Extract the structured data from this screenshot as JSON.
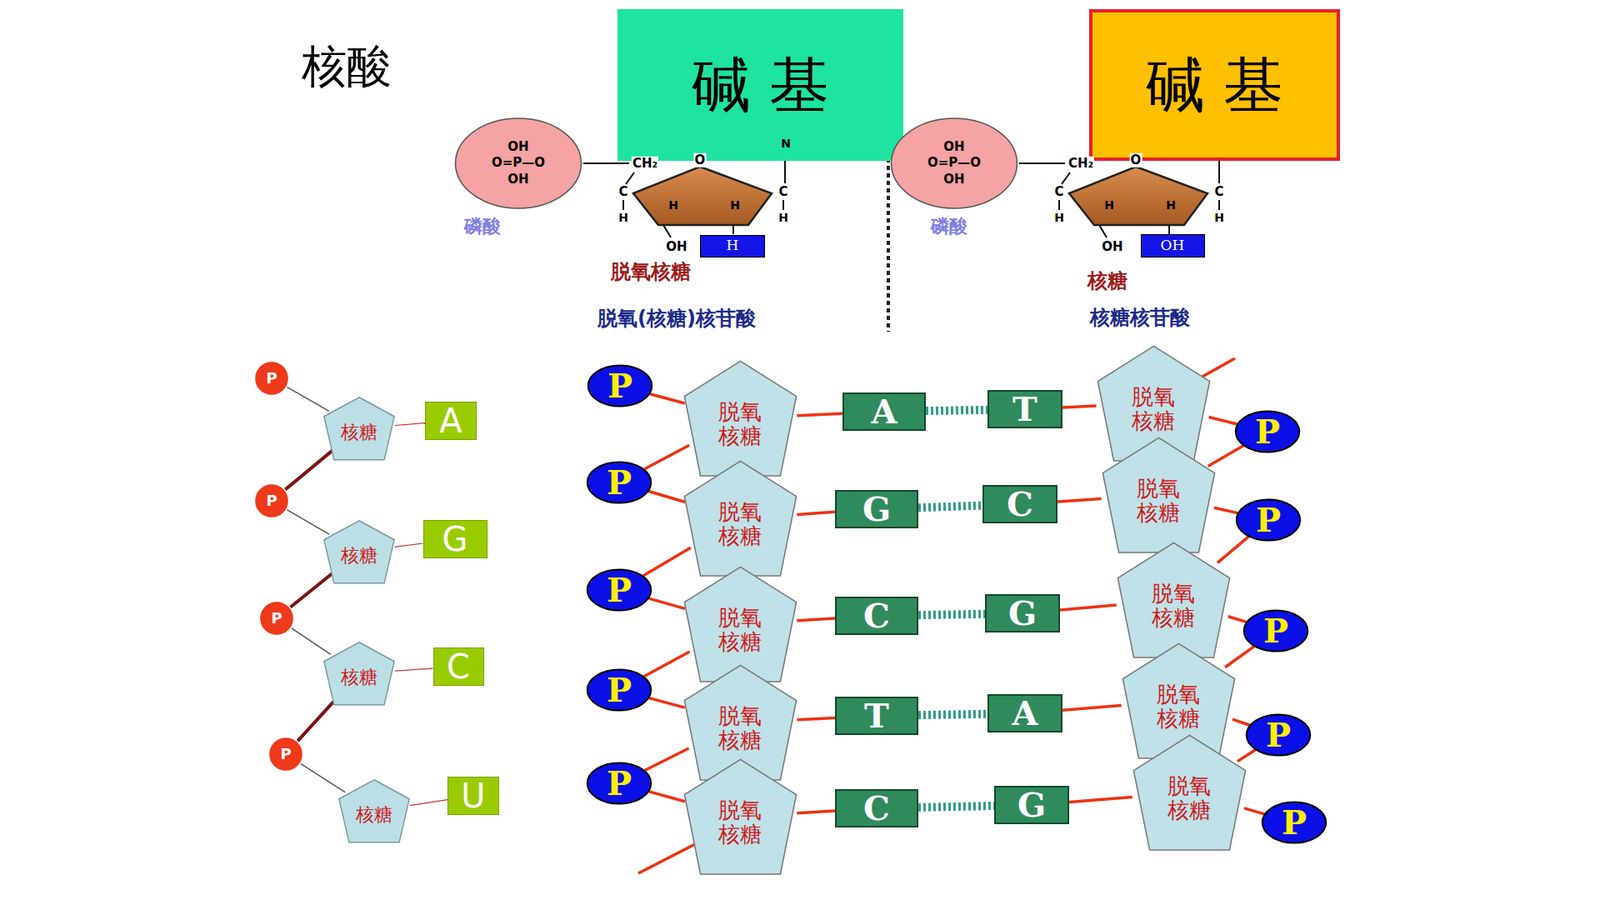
{
  "diagram": {
    "title": "核酸",
    "nodes": [
      {
        "text": [
          "碱 基"
        ]
      },
      {
        "text": [
          "碱 基"
        ]
      },
      {
        "text": [
          "OH",
          "O=P—O",
          "OH"
        ]
      },
      {
        "text": [
          "H"
        ]
      },
      {
        "text": [
          "OH",
          "O=P—O",
          "OH"
        ]
      },
      {
        "text": [
          "OH"
        ]
      },
      {
        "text": [
          "P"
        ]
      },
      {
        "text": [
          "核糖"
        ]
      },
      {
        "text": [
          "A"
        ]
      },
      {
        "text": [
          "P"
        ]
      },
      {
        "text": [
          "核糖"
        ]
      },
      {
        "text": [
          "G"
        ]
      },
      {
        "text": [
          "P"
        ]
      },
      {
        "text": [
          "核糖"
        ]
      },
      {
        "text": [
          "C"
        ]
      },
      {
        "text": [
          "P"
        ]
      },
      {
        "text": [
          "核糖"
        ]
      },
      {
        "text": [
          "U"
        ]
      },
      {
        "text": [
          "P"
        ]
      },
      {
        "text": [
          "脱氧 核糖"
        ]
      },
      {
        "text": [
          "A"
        ]
      },
      {
        "text": [
          "T"
        ]
      },
      {
        "text": [
          "脱氧 核糖"
        ]
      },
      {
        "text": [
          "P"
        ]
      },
      {
        "text": [
          "P"
        ]
      },
      {
        "text": [
          "脱氧 核糖"
        ]
      },
      {
        "text": [
          "G"
        ]
      },
      {
        "text": [
          "C"
        ]
      },
      {
        "text": [
          "脱氧 核糖"
        ]
      },
      {
        "text": [
          "P"
        ]
      },
      {
        "text": [
          "P"
        ]
      },
      {
        "text": [
          "脱氧 核糖"
        ]
      },
      {
        "text": [
          "C"
        ]
      },
      {
        "text": [
          "G"
        ]
      },
      {
        "text": [
          "脱氧 核糖"
        ]
      },
      {
        "text": [
          "P"
        ]
      },
      {
        "text": [
          "P"
        ]
      },
      {
        "text": [
          "脱氧 核糖"
        ]
      },
      {
        "text": [
          "T"
        ]
      },
      {
        "text": [
          "A"
        ]
      },
      {
        "text": [
          "脱氧 核糖"
        ]
      },
      {
        "text": [
          "P"
        ]
      },
      {
        "text": [
          "P"
        ]
      },
      {
        "text": [
          "脱氧 核糖"
        ]
      },
      {
        "text": [
          "C"
        ]
      },
      {
        "text": [
          "G"
        ]
      },
      {
        "text": [
          "脱氧 核糖"
        ]
      },
      {
        "text": [
          "P"
        ]
      }
    ],
    "edges": [
      {
        "from": 6,
        "to": 7,
        "arrow": "none"
      },
      {
        "from": 7,
        "to": 8,
        "arrow": "none"
      },
      {
        "from": 7,
        "to": 9,
        "arrow": "none"
      },
      {
        "from": 9,
        "to": 10,
        "arrow": "none"
      },
      {
        "from": 10,
        "to": 11,
        "arrow": "none"
      },
      {
        "from": 10,
        "to": 12,
        "arrow": "none"
      },
      {
        "from": 12,
        "to": 13,
        "arrow": "none"
      },
      {
        "from": 13,
        "to": 14,
        "arrow": "none"
      },
      {
        "from": 13,
        "to": 15,
        "arrow": "none"
      },
      {
        "from": 15,
        "to": 16,
        "arrow": "none"
      },
      {
        "from": 16,
        "to": 17,
        "arrow": "none"
      },
      {
        "from": 18,
        "to": 19,
        "arrow": "none"
      },
      {
        "from": 19,
        "to": 20,
        "arrow": "none"
      },
      {
        "from": 20,
        "to": 21,
        "arrow": "none"
      },
      {
        "from": 21,
        "to": 22,
        "arrow": "none"
      },
      {
        "from": 22,
        "to": 23,
        "arrow": "none"
      },
      {
        "from": 19,
        "to": 24,
        "arrow": "none"
      },
      {
        "from": 28,
        "to": 23,
        "arrow": "none"
      },
      {
        "from": 24,
        "to": 25,
        "arrow": "none"
      },
      {
        "from": 25,
        "to": 26,
        "arrow": "none"
      },
      {
        "from": 26,
        "to": 27,
        "arrow": "none"
      },
      {
        "from": 27,
        "to": 28,
        "arrow": "none"
      },
      {
        "from": 28,
        "to": 29,
        "arrow": "none"
      },
      {
        "from": 25,
        "to": 30,
        "arrow": "none"
      },
      {
        "from": 34,
        "to": 29,
        "arrow": "none"
      },
      {
        "from": 30,
        "to": 31,
        "arrow": "none"
      },
      {
        "from": 31,
        "to": 32,
        "arrow": "none"
      },
      {
        "from": 32,
        "to": 33,
        "arrow": "none"
      },
      {
        "from": 33,
        "to": 34,
        "arrow": "none"
      },
      {
        "from": 34,
        "to": 35,
        "arrow": "none"
      },
      {
        "from": 31,
        "to": 36,
        "arrow": "none"
      },
      {
        "from": 40,
        "to": 35,
        "arrow": "none"
      },
      {
        "from": 36,
        "to": 37,
        "arrow": "none"
      },
      {
        "from": 37,
        "to": 38,
        "arrow": "none"
      },
      {
        "from": 38,
        "to": 39,
        "arrow": "none"
      },
      {
        "from": 39,
        "to": 40,
        "arrow": "none"
      },
      {
        "from": 40,
        "to": 41,
        "arrow": "none"
      },
      {
        "from": 37,
        "to": 42,
        "arrow": "none"
      },
      {
        "from": 46,
        "to": 41,
        "arrow": "none"
      },
      {
        "from": 42,
        "to": 43,
        "arrow": "none"
      },
      {
        "from": 43,
        "to": 44,
        "arrow": "none"
      },
      {
        "from": 44,
        "to": 45,
        "arrow": "none"
      },
      {
        "from": 45,
        "to": 46,
        "arrow": "none"
      },
      {
        "from": 46,
        "to": 47,
        "arrow": "none"
      }
    ],
    "labels": [
      "CH₂",
      "C",
      "H",
      "O",
      "C",
      "H",
      "H",
      "H",
      "OH",
      "N",
      "CH₂",
      "C",
      "H",
      "O",
      "C",
      "H",
      "H",
      "H",
      "OH",
      "磷酸",
      "脱氧核糖",
      "脱氧(核糖)核苷酸",
      "磷酸",
      "核糖",
      "核糖核苷酸"
    ]
  }
}
